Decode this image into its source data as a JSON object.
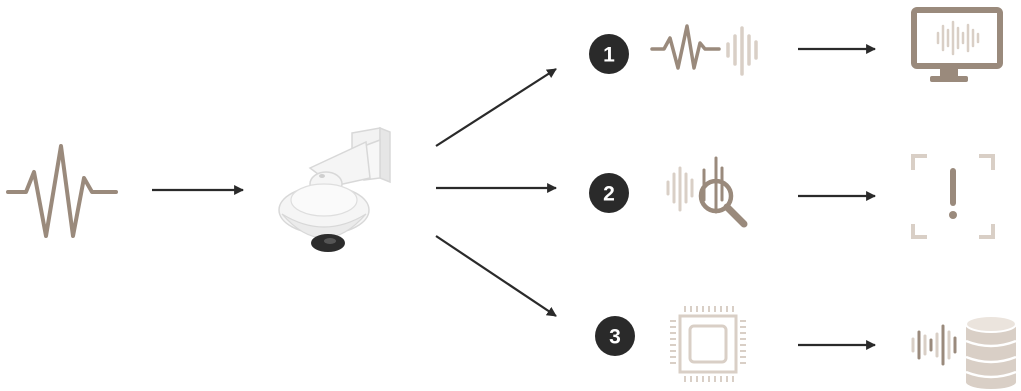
{
  "colors": {
    "dark": "#2a2a2a",
    "wave": "#9a8a7c",
    "wave_light": "#d9cfc6",
    "monitor": "#9a8a7c",
    "alert": "#d9cfc6",
    "chip": "#d9cfc6",
    "database": "#d9cfc6",
    "camera_body": "#f2f2f2",
    "camera_outline": "#d8d8d8",
    "camera_lens": "#2c2c2c"
  },
  "icons": {
    "input": "audio-waveform-icon",
    "device": "network-camera-icon",
    "row1_a": "audio-waveform-icon",
    "row1_b": "audio-levels-icon",
    "row1_out": "monitor-icon",
    "row2_a": "audio-analysis-icon",
    "row2_out": "alert-icon",
    "row3_a": "processor-chip-icon",
    "row3_out": "audio-database-icon"
  },
  "steps": [
    {
      "number": "1"
    },
    {
      "number": "2"
    },
    {
      "number": "3"
    }
  ]
}
